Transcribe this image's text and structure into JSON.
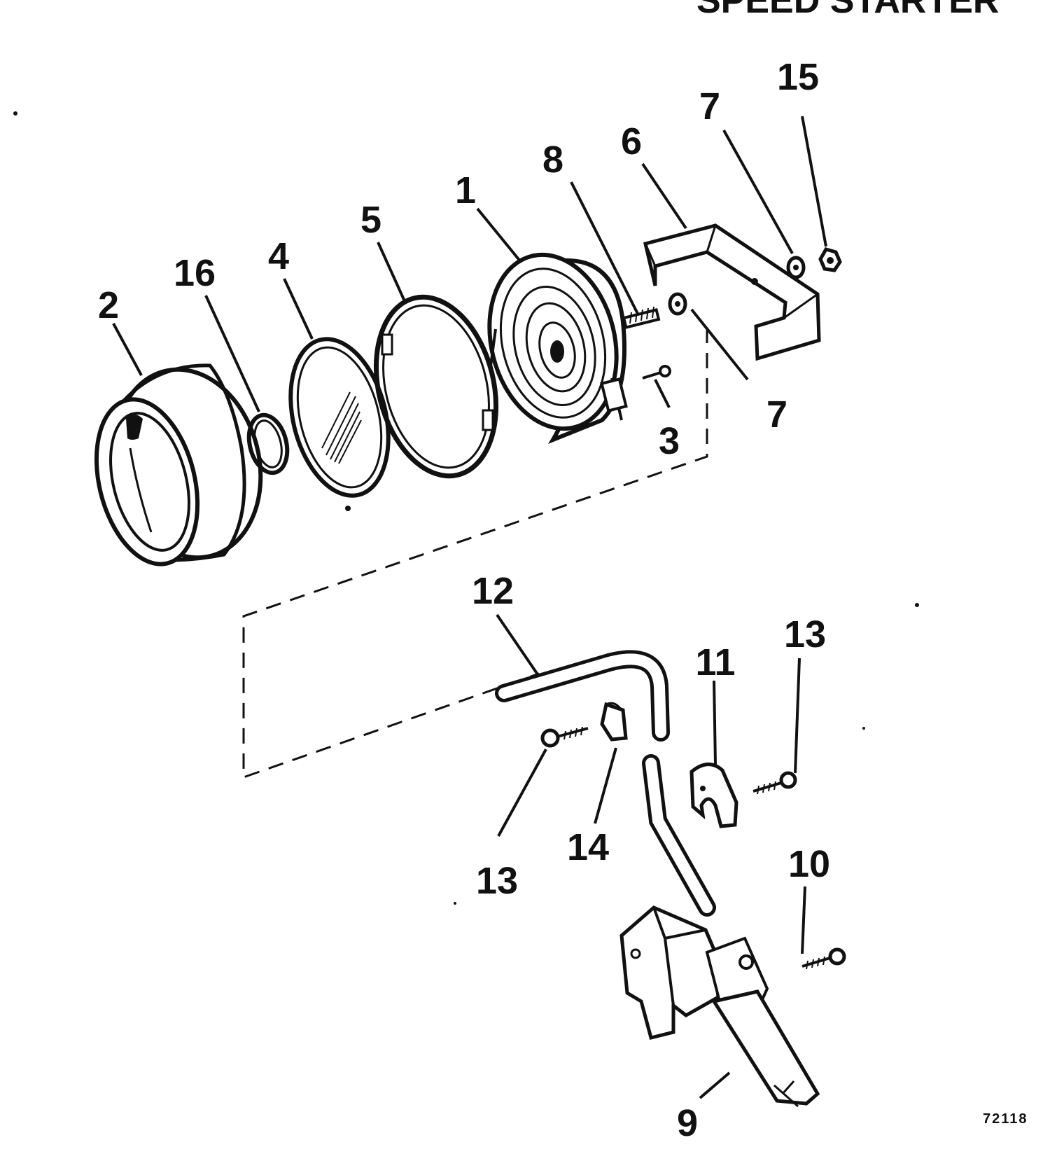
{
  "title": "SPEED STARTER",
  "figure_number": "72118",
  "callouts": {
    "c1": "1",
    "c2": "2",
    "c3": "3",
    "c4": "4",
    "c5": "5",
    "c6": "6",
    "c7a": "7",
    "c7b": "7",
    "c8": "8",
    "c9": "9",
    "c10": "10",
    "c11": "11",
    "c12": "12",
    "c13a": "13",
    "c13b": "13",
    "c14": "14",
    "c15": "15",
    "c16": "16"
  },
  "colors": {
    "ink": "#111111",
    "paper": "#ffffff"
  }
}
